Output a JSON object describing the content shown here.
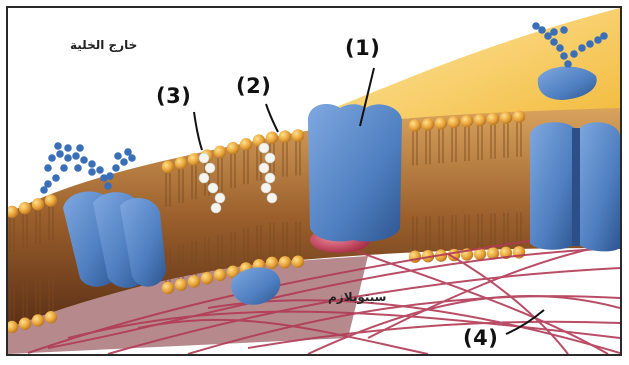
{
  "labels": {
    "outside": "خارج الخلية",
    "cytoplasm": "سيتوبلازم",
    "n1": "(1)",
    "n2": "(2)",
    "n3": "(3)",
    "n4": "(4)"
  },
  "colors": {
    "membrane_core": "#b77a3a",
    "phospholipid_head": "#e8a53a",
    "protein_blue": "#4f7fc0",
    "cholesterol": "#f4f4f0",
    "fiber_red": "#b23a55",
    "outer_glow": "#f6c34a"
  },
  "icons": {
    "carbohydrate": "glycan-chain",
    "cholesterol": "cholesterol-cluster"
  }
}
